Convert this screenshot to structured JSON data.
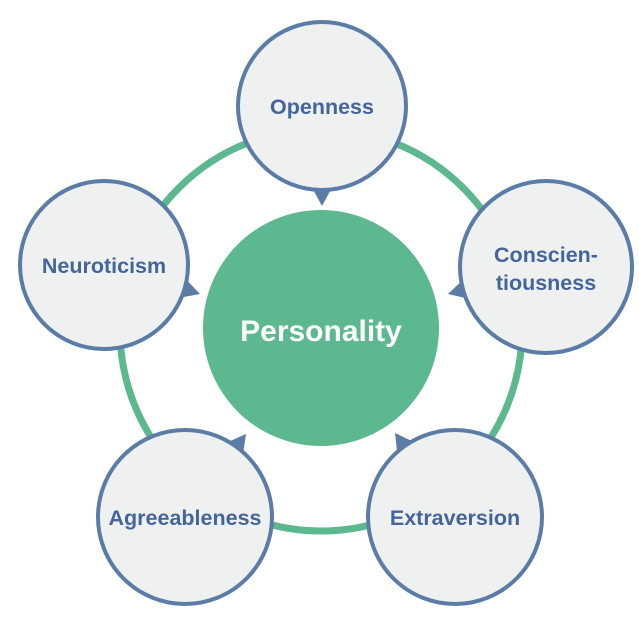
{
  "diagram": {
    "center": {
      "label": "Personality"
    },
    "nodes": [
      {
        "id": "openness",
        "label": "Openness"
      },
      {
        "id": "conscientiousness",
        "lines": [
          "Conscien-",
          "tiousness"
        ]
      },
      {
        "id": "extraversion",
        "label": "Extraversion"
      },
      {
        "id": "agreeableness",
        "label": "Agreeableness"
      },
      {
        "id": "neuroticism",
        "label": "Neuroticism"
      }
    ],
    "colors": {
      "ring": "#5CB88F",
      "center_fill": "#5CB88F",
      "center_text": "#FFFFFF",
      "node_fill": "#EFF1F1",
      "node_border": "#5A7CA6",
      "pointer": "#5A7CA6",
      "label_text": "#44659C"
    }
  }
}
